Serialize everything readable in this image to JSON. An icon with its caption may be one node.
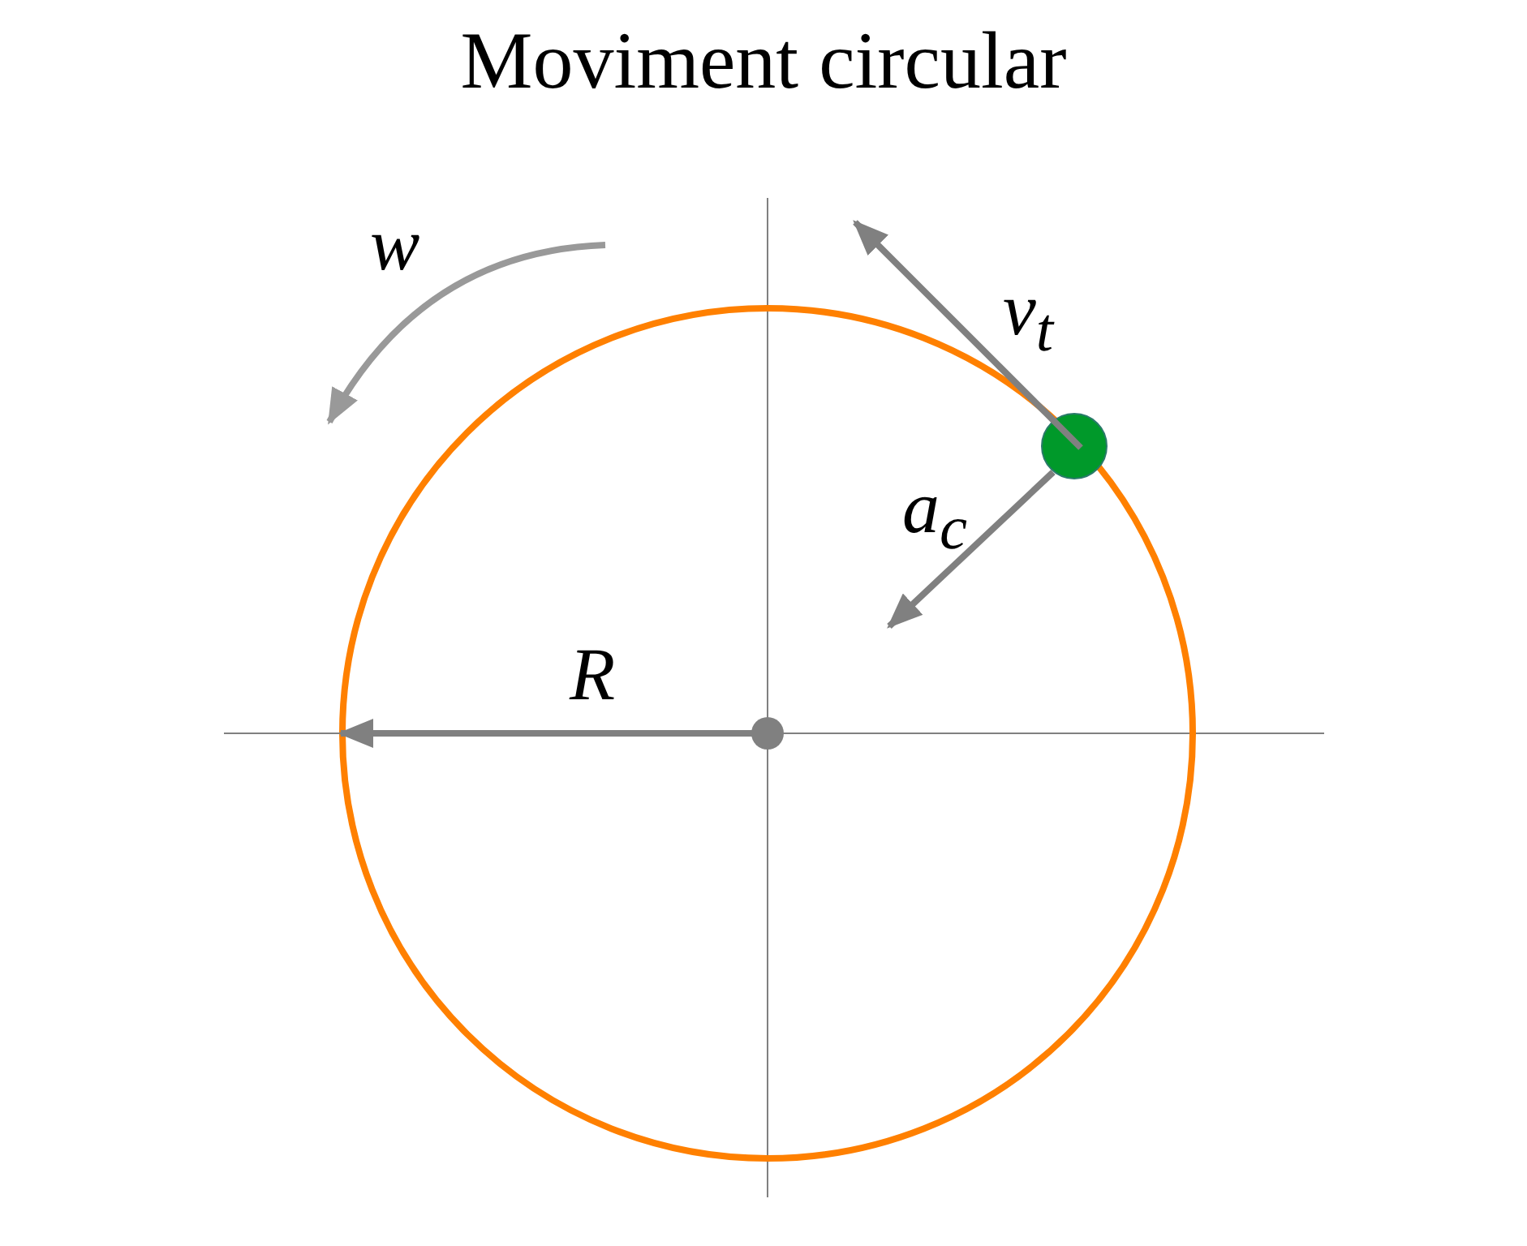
{
  "diagram": {
    "title": "Moviment circular",
    "labels": [
      "w",
      "v$_{t}$",
      "a$_{c}$",
      "R"
    ]
  }
}
